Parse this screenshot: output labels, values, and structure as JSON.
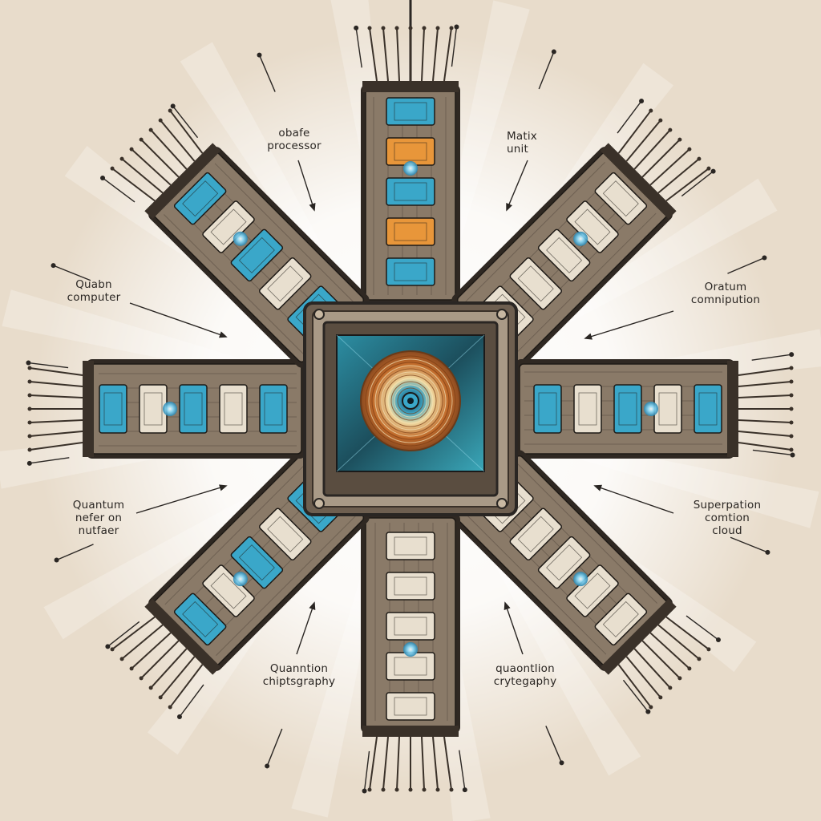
{
  "labels": {
    "top_left": "obafe\nprocessor",
    "top_right": "Matix\nunit",
    "mid_left": "Quabn\ncomputer",
    "mid_right": "Oratum\ncomnipution",
    "low_left": "Quantum\nnefer on\nnutfaer",
    "low_right": "Superpation\ncomtion\ncloud",
    "bottom_left": "Quanntion\nchiptsgraphy",
    "bottom_right": "quaontlion\ncrytegaphy"
  },
  "colors": {
    "background": "#e8dccb",
    "glow": "#ffffff",
    "board": "#8a7a68",
    "board_dark": "#3a3129",
    "metal": "#a99a87",
    "chip_blue": "#3aa7c9",
    "chip_orange": "#e8963a",
    "chip_cream": "#e8dfcf",
    "core_teal": "#1f5f6e",
    "core_ring": "#c87a3a",
    "ink": "#2a2623"
  },
  "icons": {
    "central_chip": "processor-die-icon",
    "module": "circuit-board-icon",
    "pin": "connector-pin-icon"
  }
}
